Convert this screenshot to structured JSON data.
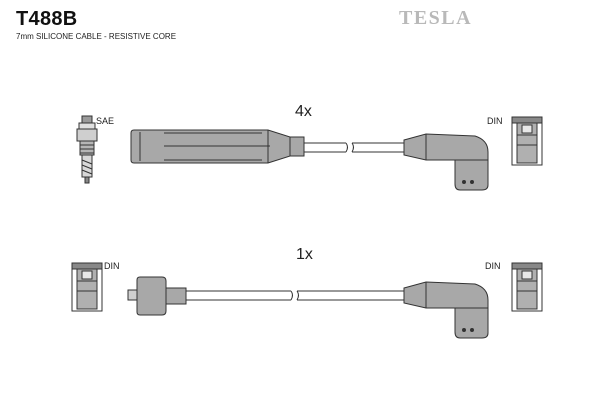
{
  "header": {
    "part_number": "T488B",
    "description": "7mm SILICONE CABLE - RESISTIVE CORE",
    "brand": "TESLA"
  },
  "colors": {
    "brand": "#b9b9b9",
    "boot_fill": "#a8a8a8",
    "outline": "#333333"
  },
  "top_lead": {
    "quantity": "4x",
    "left_label": "SAE",
    "right_label": "DIN"
  },
  "bottom_lead": {
    "quantity": "1x",
    "left_label": "DIN",
    "right_label": "DIN"
  },
  "icons": [
    "spark-plug-icon",
    "straight-boot-icon",
    "angled-boot-icon",
    "din-terminal-icon"
  ]
}
